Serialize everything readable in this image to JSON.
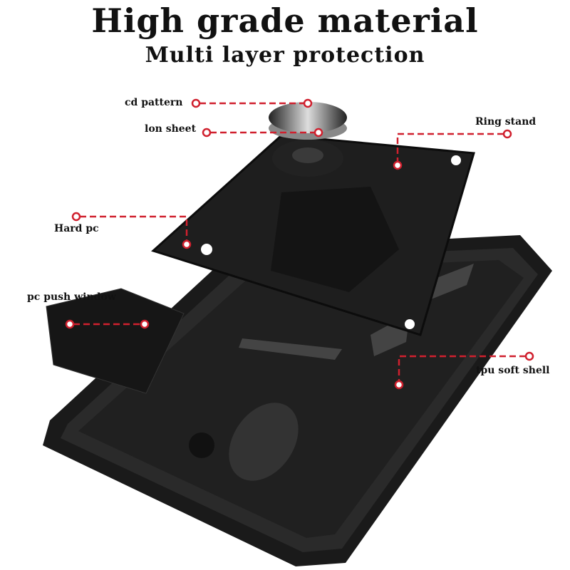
{
  "heading": {
    "title": "High grade material",
    "subtitle": "Multi layer protection"
  },
  "callouts": [
    {
      "label": "cd pattern"
    },
    {
      "label": "lon sheet"
    },
    {
      "label": "Ring stand"
    },
    {
      "label": "Hard pc"
    },
    {
      "label": "pc push window"
    },
    {
      "label": "tpu soft shell"
    }
  ],
  "colors": {
    "callout_line": "#d0202e",
    "case": "#1c1c1c",
    "text": "#111111"
  }
}
